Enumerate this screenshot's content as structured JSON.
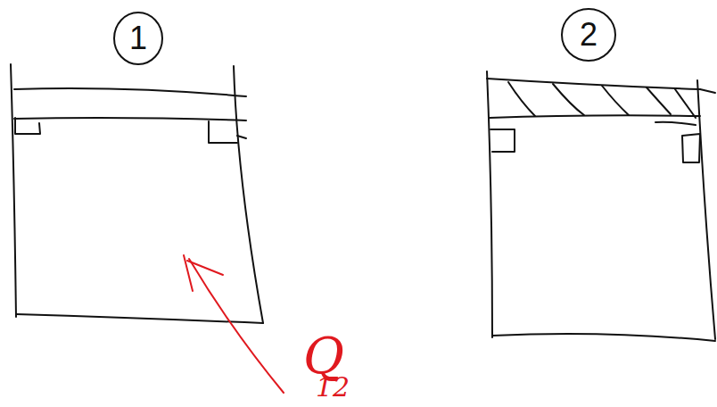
{
  "diagram": {
    "nodes": [
      {
        "text": [
          "1"
        ]
      },
      {
        "text": [
          "2"
        ]
      }
    ],
    "labels": [
      "Q",
      "12"
    ]
  }
}
